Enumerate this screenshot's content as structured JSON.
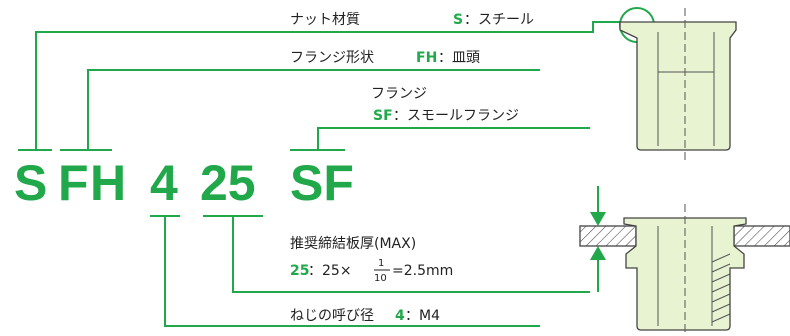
{
  "code": {
    "s": "S",
    "f": "F",
    "h": "H",
    "size": "4",
    "grip": "25",
    "flange_type": "SF"
  },
  "labels": {
    "nut_material": {
      "name": "ナット材質",
      "code": "S",
      "value": "：スチール"
    },
    "flange_shape": {
      "name": "フランジ形状",
      "code": "FH",
      "value": "：皿頭"
    },
    "flange": {
      "name": "フランジ",
      "code": "SF",
      "value": "：スモールフランジ"
    },
    "grip_range": {
      "name": "推奨締結板厚(MAX)",
      "code": "25",
      "value_a": "：25×",
      "frac_num": "1",
      "frac_den": "10",
      "value_b": "=2.5mm"
    },
    "thread": {
      "name": "ねじの呼び径",
      "code": "4",
      "value": "：M4"
    }
  },
  "colors": {
    "accent": "#20a84a",
    "part_fill": "#e8f3d2",
    "outline": "#444444"
  }
}
